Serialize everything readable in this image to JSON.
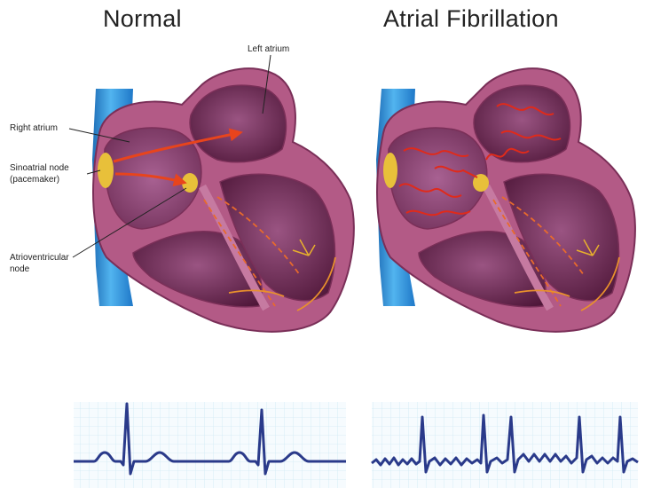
{
  "panels": {
    "normal": {
      "title": "Normal"
    },
    "af": {
      "title": "Atrial Fibrillation"
    }
  },
  "labels": {
    "left_atrium": "Left atrium",
    "right_atrium": "Right atrium",
    "sinoatrial_line1": "Sinoatrial node",
    "sinoatrial_line2": "(pacemaker)",
    "av_line1": "Atrioventricular",
    "av_line2": "node"
  },
  "colors": {
    "vessel": "#2f8fd6",
    "heart_outer": "#b35a86",
    "heart_edge": "#7a2f58",
    "chamber": "#5a1d42",
    "node": "#e8c03a",
    "signal": "#e8441c",
    "ecg_line": "#2a3a8a",
    "ecg_grid": "#b9e0f0"
  }
}
